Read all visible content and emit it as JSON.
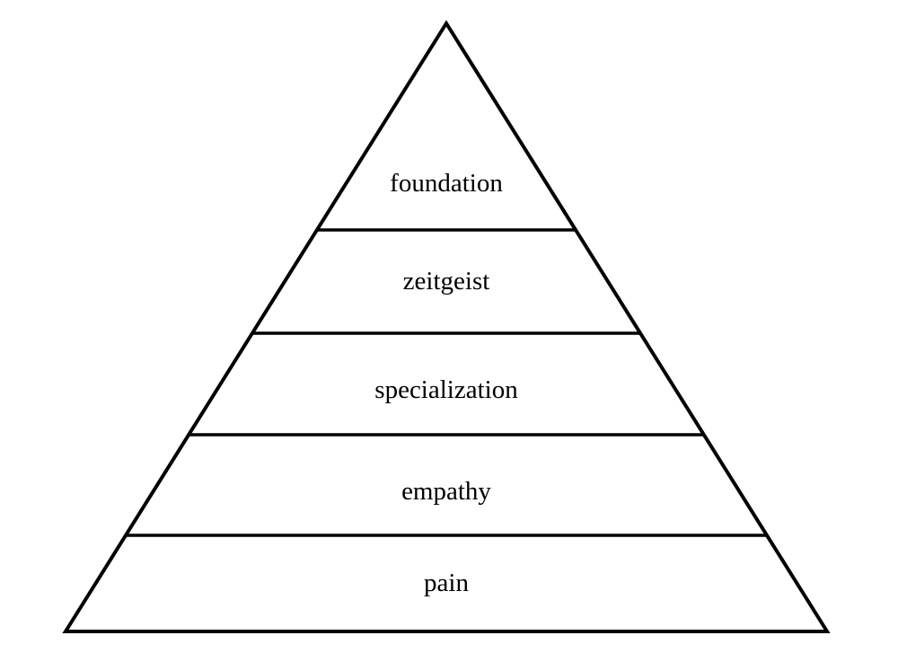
{
  "diagram": {
    "type": "pyramid",
    "title": "",
    "background_color": "#ffffff",
    "stroke_color": "#000000",
    "text_color": "#000000",
    "level_count": 5,
    "levels": [
      {
        "order": 1,
        "position": "top",
        "label": "foundation"
      },
      {
        "order": 2,
        "position": "second",
        "label": "zeitgeist"
      },
      {
        "order": 3,
        "position": "middle",
        "label": "specialization"
      },
      {
        "order": 4,
        "position": "fourth",
        "label": "empathy"
      },
      {
        "order": 5,
        "position": "bottom",
        "label": "pain"
      }
    ]
  }
}
